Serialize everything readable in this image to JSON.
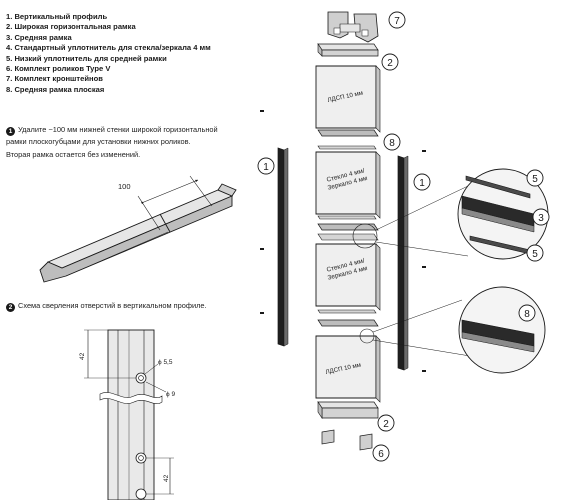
{
  "parts_list": [
    "1. Вертикальный профиль",
    "2. Широкая горизонтальная рамка",
    "3. Средняя рамка",
    "4. Стандартный уплотнитель для стекла/зеркала 4 мм",
    "5. Низкий уплотнитель для средней рамки",
    "6. Комплект роликов Type V",
    "7. Комплект кронштейнов",
    "8. Средняя рамка плоская"
  ],
  "step1": {
    "number": "1",
    "lines": [
      "Удалите ~100 мм нижней стенки широкой горизонтальной",
      "рамки плоскогубцами для установки нижних роликов.",
      "Вторая рамка остается без изменений."
    ],
    "dimension": "100"
  },
  "step2": {
    "number": "2",
    "text": "Схема сверления отверстий в вертикальном профиле.",
    "dimensions": {
      "top_offset": "42",
      "hole_small": "ϕ 5,5",
      "hole_large": "ϕ 9",
      "spacing": "42"
    }
  },
  "panels": {
    "top": "ЛДСП 10 мм",
    "glass_1": "Стекло 4 мм/ Зеркало 4 мм",
    "glass_2": "Стекло 4 мм/ Зеркало 4 мм",
    "bottom": "ЛДСП 10 мм"
  },
  "callouts": {
    "profile_left": "1",
    "profile_right": "1",
    "wide_frame_top": "2",
    "wide_frame_bottom": "2",
    "middle_frame": "3",
    "seal_top": "5",
    "seal_bottom": "5",
    "rollers": "6",
    "brackets": "7",
    "flat_frame_upper": "8",
    "flat_frame_detail": "8"
  },
  "colors": {
    "ink": "#1a1a1a",
    "panel_fill": "#efefef",
    "frame_fill": "#d9d9d9",
    "detail_fill": "#f4f4f4"
  }
}
